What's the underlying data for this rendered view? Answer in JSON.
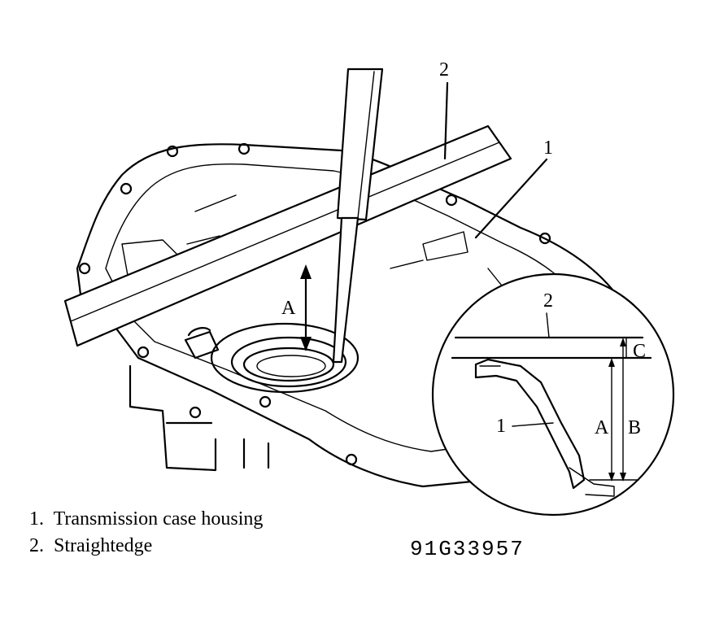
{
  "callouts": {
    "main_1": "1",
    "main_2": "2",
    "main_A": "A",
    "inset_2": "2",
    "inset_1": "1",
    "inset_A": "A",
    "inset_B": "B",
    "inset_C": "C"
  },
  "legend": [
    {
      "num": "1.",
      "text": "Transmission case housing"
    },
    {
      "num": "2.",
      "text": "Straightedge"
    }
  ],
  "figure_code": "91G33957"
}
